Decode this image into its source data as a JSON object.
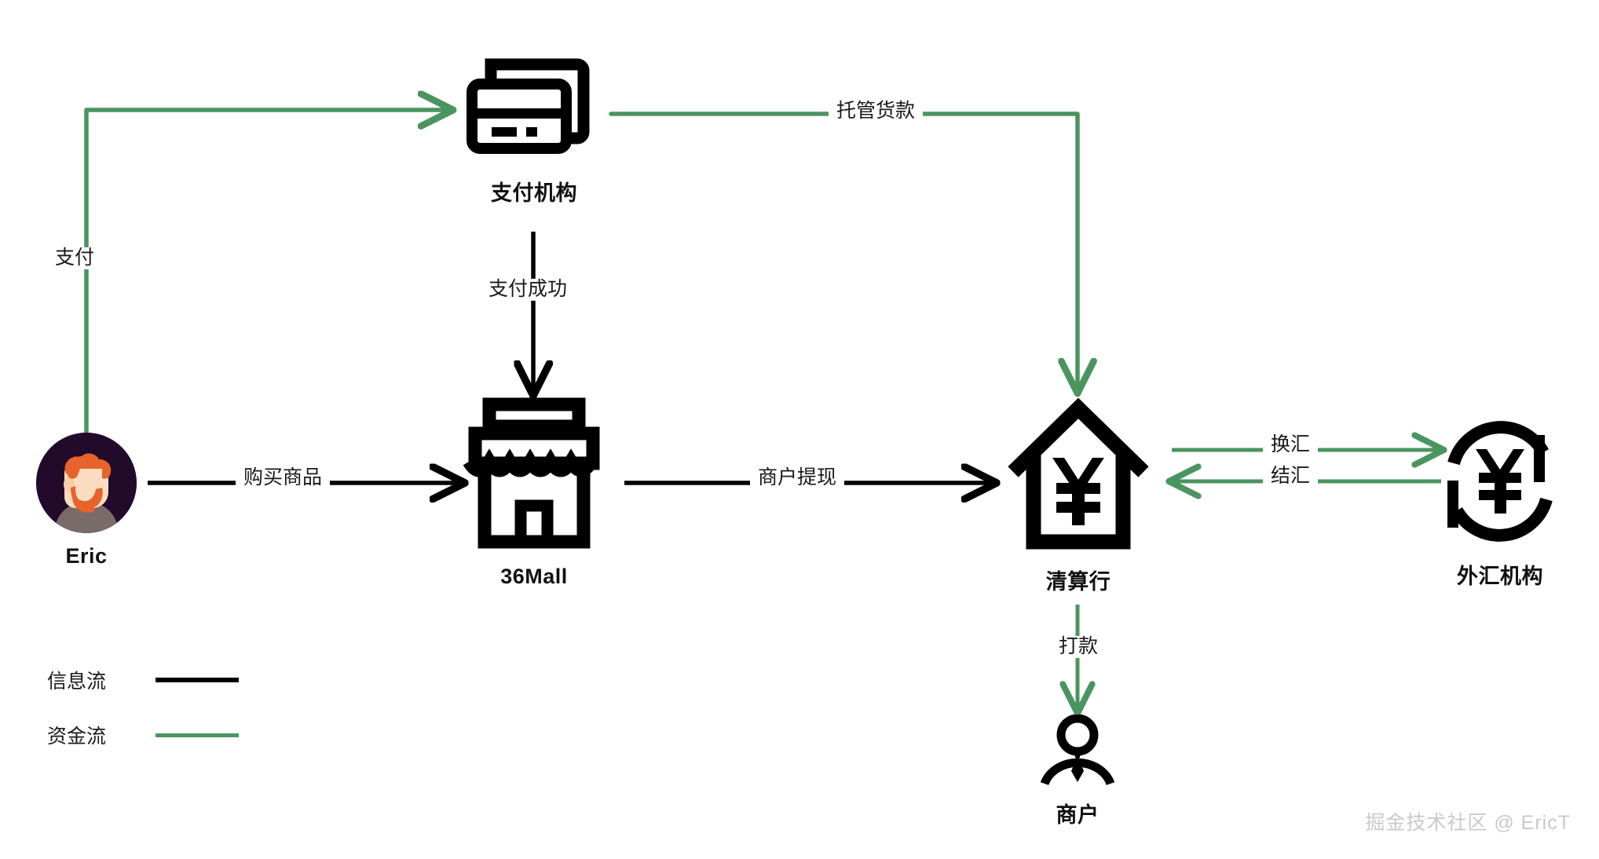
{
  "diagram": {
    "title": "cross-border-payment-flow",
    "colors": {
      "information_flow": "#000000",
      "money_flow": "#4b9460",
      "text": "#1a1a1a",
      "watermark": "#c9c9cc"
    },
    "nodes": [
      {
        "id": "user",
        "label": "Eric",
        "icon": "user-avatar-icon"
      },
      {
        "id": "payment",
        "label": "支付机构",
        "icon": "credit-cards-icon"
      },
      {
        "id": "mall",
        "label": "36Mall",
        "icon": "storefront-icon"
      },
      {
        "id": "bank",
        "label": "清算行",
        "icon": "bank-house-yuan-icon"
      },
      {
        "id": "forex",
        "label": "外汇机构",
        "icon": "currency-exchange-icon"
      },
      {
        "id": "merchant",
        "label": "商户",
        "icon": "person-tie-icon"
      }
    ],
    "edges": [
      {
        "id": "pay",
        "label": "支付",
        "flow": "money",
        "from": "user",
        "to": "payment"
      },
      {
        "id": "escrow",
        "label": "托管货款",
        "flow": "money",
        "from": "payment",
        "to": "bank"
      },
      {
        "id": "pay-success",
        "label": "支付成功",
        "flow": "information",
        "from": "payment",
        "to": "mall"
      },
      {
        "id": "buy-goods",
        "label": "购买商品",
        "flow": "information",
        "from": "user",
        "to": "mall"
      },
      {
        "id": "merchant-withdraw",
        "label": "商户提现",
        "flow": "information",
        "from": "mall",
        "to": "bank"
      },
      {
        "id": "exchange",
        "label": "换汇",
        "flow": "money",
        "from": "bank",
        "to": "forex"
      },
      {
        "id": "settle",
        "label": "结汇",
        "flow": "money",
        "from": "forex",
        "to": "bank"
      },
      {
        "id": "remit",
        "label": "打款",
        "flow": "money",
        "from": "bank",
        "to": "merchant"
      }
    ],
    "legend": {
      "items": [
        {
          "id": "information-flow",
          "label": "信息流",
          "color": "#000000"
        },
        {
          "id": "money-flow",
          "label": "资金流",
          "color": "#4b9460"
        }
      ]
    },
    "watermark": "掘金技术社区 @ EricT"
  }
}
